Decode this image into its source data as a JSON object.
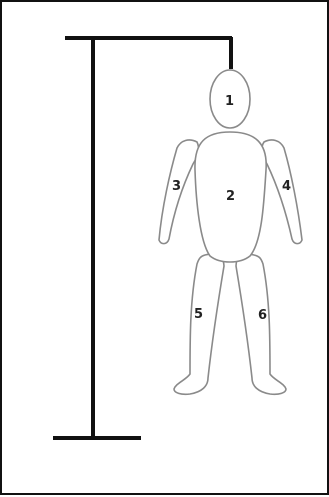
{
  "game": {
    "type": "hangman",
    "parts": [
      {
        "id": "head",
        "label": "1"
      },
      {
        "id": "torso",
        "label": "2"
      },
      {
        "id": "right-arm",
        "label": "3"
      },
      {
        "id": "left-arm",
        "label": "4"
      },
      {
        "id": "right-leg",
        "label": "5"
      },
      {
        "id": "left-leg",
        "label": "6"
      }
    ]
  },
  "colors": {
    "gallows": "#111111",
    "outline": "#8a8a8a",
    "frame": "#111111",
    "background": "#ffffff"
  }
}
